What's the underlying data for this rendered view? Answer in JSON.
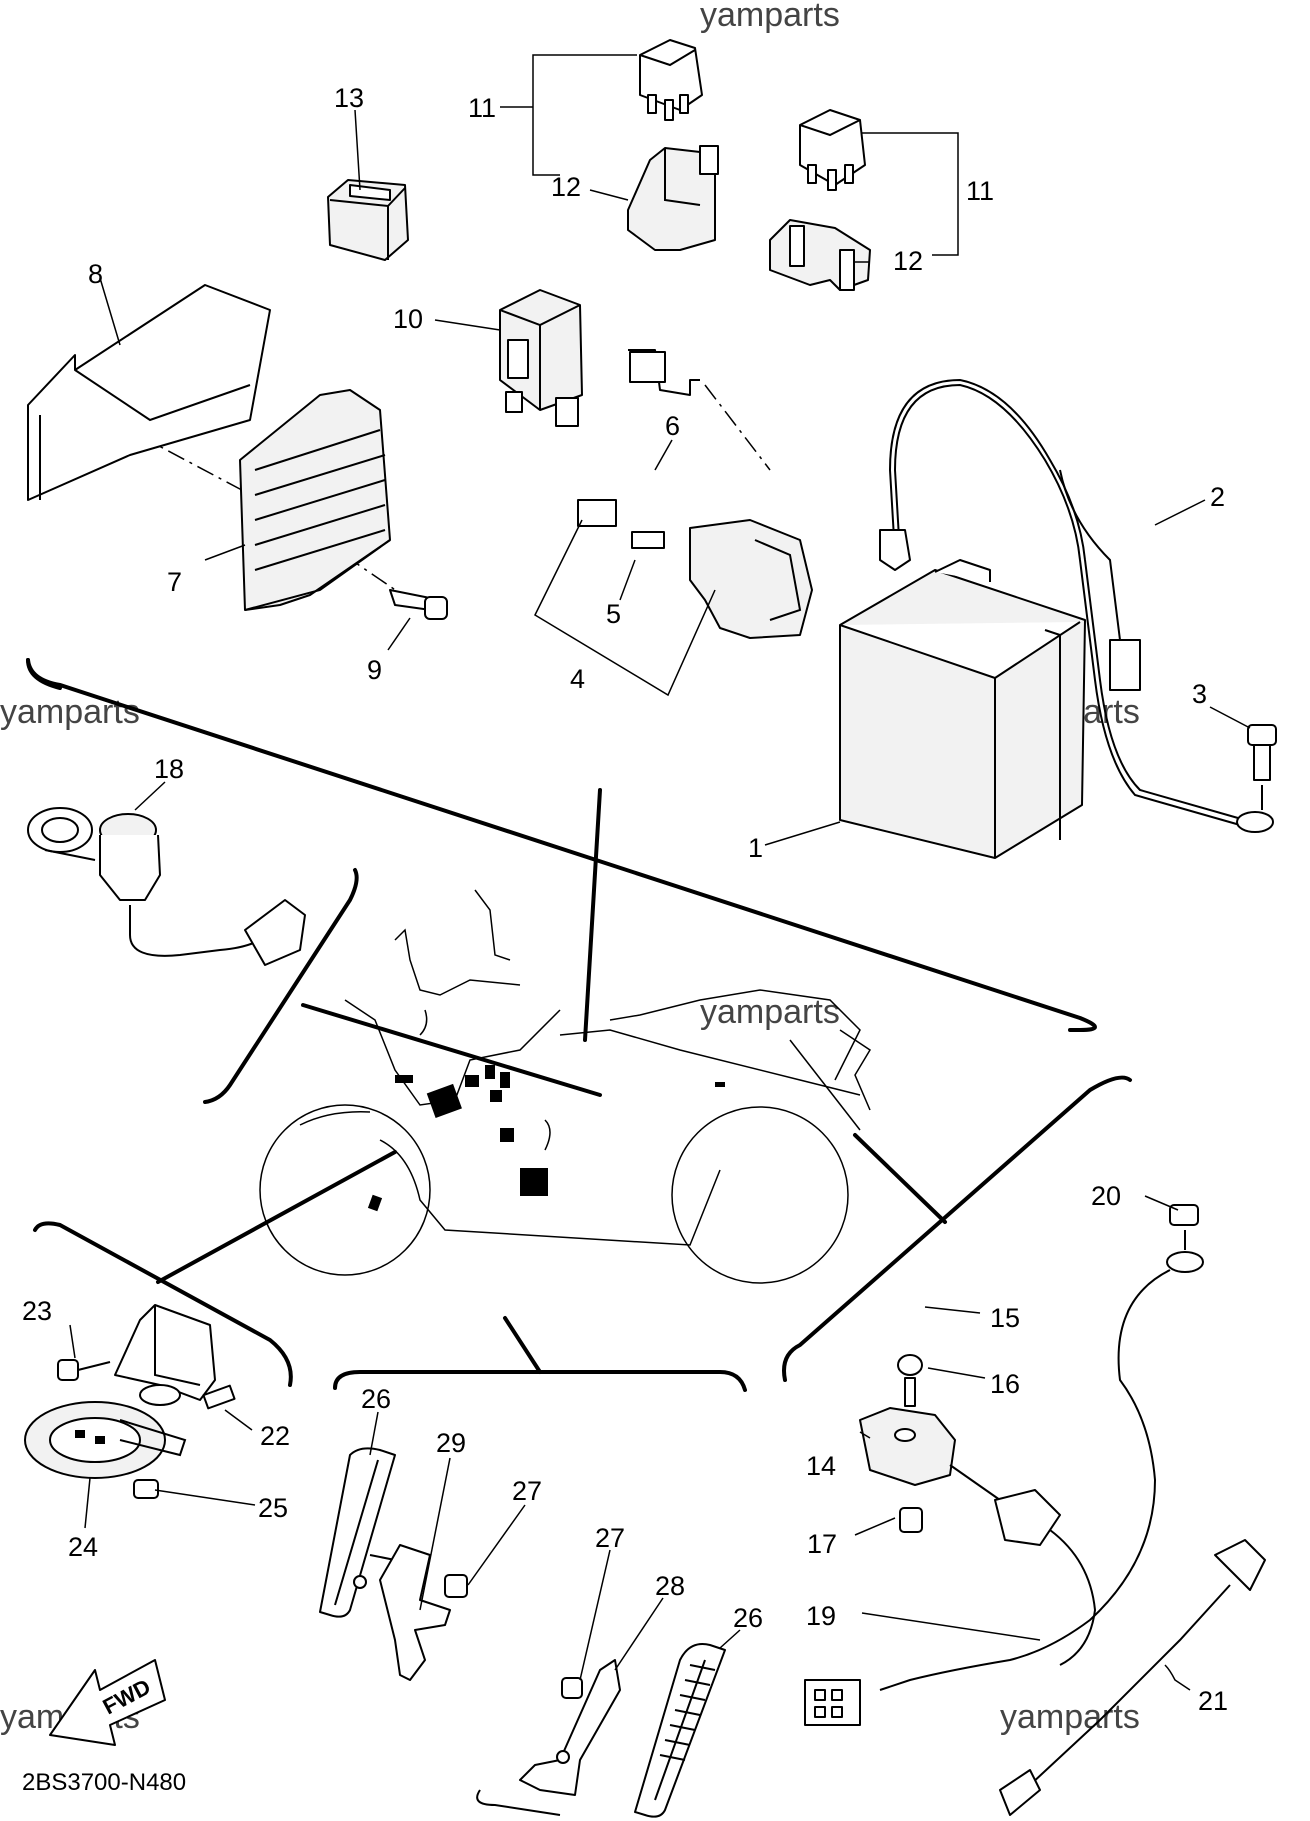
{
  "watermark": "yamparts",
  "diagram_code": "2BS3700-N480",
  "fwd_label": "FWD",
  "callouts": {
    "c1": "1",
    "c2": "2",
    "c3": "3",
    "c4": "4",
    "c5": "5",
    "c6": "6",
    "c7": "7",
    "c8": "8",
    "c9": "9",
    "c10": "10",
    "c11a": "11",
    "c11b": "11",
    "c12a": "12",
    "c12b": "12",
    "c13": "13",
    "c14": "14",
    "c15": "15",
    "c16": "16",
    "c17": "17",
    "c18": "18",
    "c19": "19",
    "c20": "20",
    "c21": "21",
    "c22": "22",
    "c23": "23",
    "c24": "24",
    "c25": "25",
    "c26a": "26",
    "c26b": "26",
    "c27a": "27",
    "c27b": "27",
    "c28": "28",
    "c29": "29"
  }
}
